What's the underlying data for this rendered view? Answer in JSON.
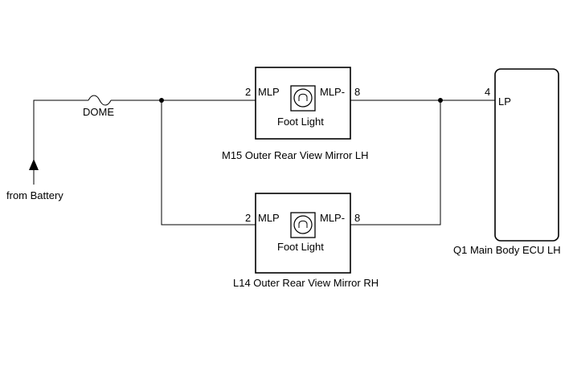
{
  "source": {
    "label": "from Battery"
  },
  "fuse": {
    "label": "DOME"
  },
  "mirror_lh": {
    "caption": "M15 Outer Rear View Mirror LH",
    "pin_in_number": "2",
    "pin_in_name": "MLP",
    "pin_out_name": "MLP-",
    "pin_out_number": "8",
    "lamp_label": "Foot Light"
  },
  "mirror_rh": {
    "caption": "L14 Outer Rear View Mirror RH",
    "pin_in_number": "2",
    "pin_in_name": "MLP",
    "pin_out_name": "MLP-",
    "pin_out_number": "8",
    "lamp_label": "Foot Light"
  },
  "ecu": {
    "caption": "Q1 Main Body ECU LH",
    "pin_number": "4",
    "pin_name": "LP"
  }
}
